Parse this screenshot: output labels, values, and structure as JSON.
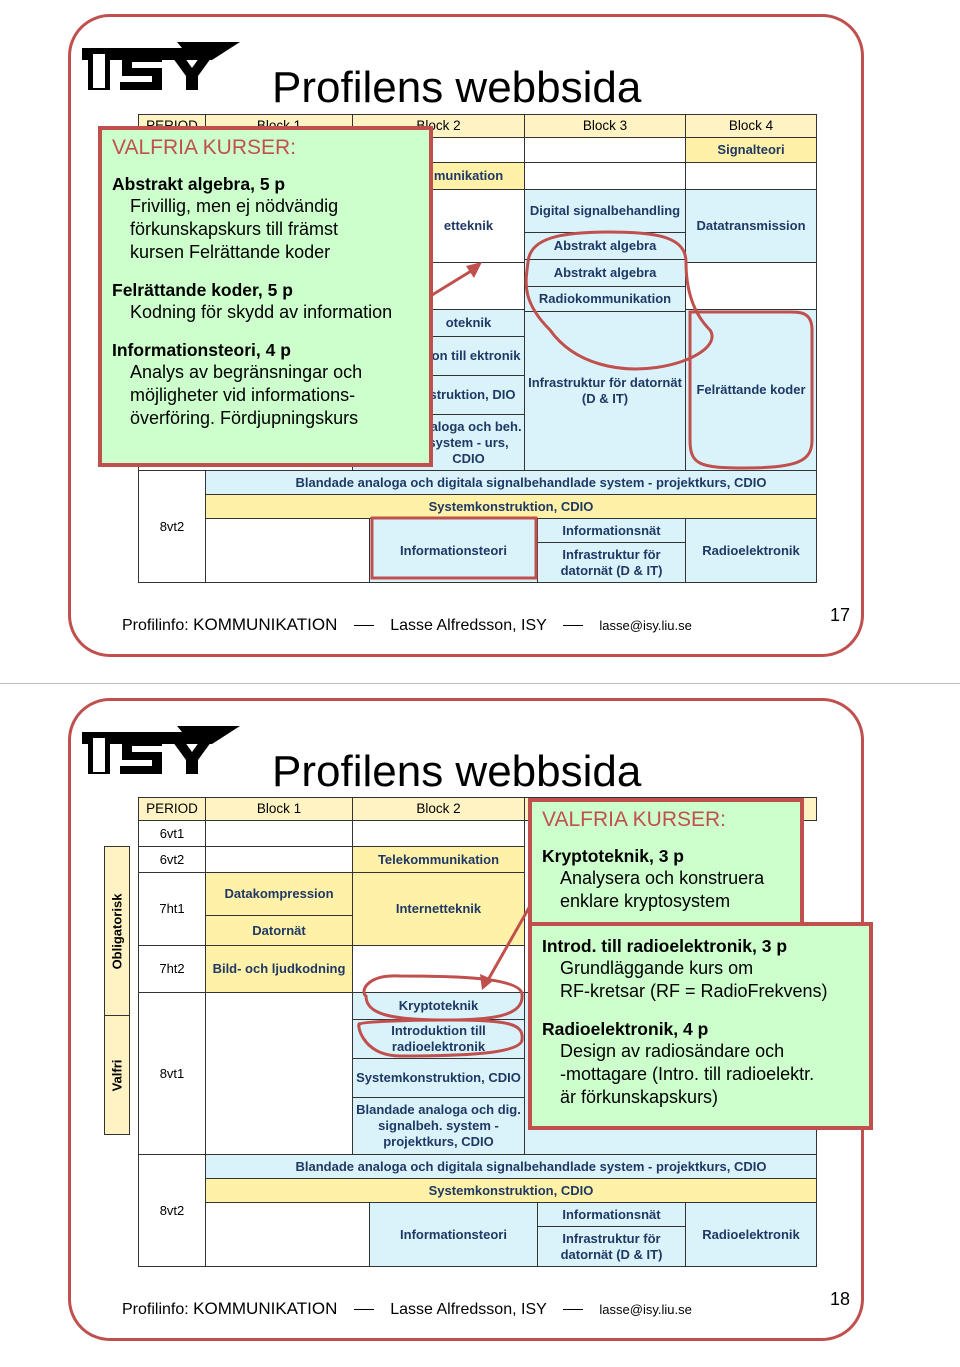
{
  "slides": [
    {
      "title": "Profilens webbsida",
      "headers": {
        "period": "PERIOD",
        "block1": "Block 1",
        "block2": "Block 2",
        "block3": "Block 3",
        "block4": "Block 4"
      },
      "cells": {
        "signalteori": "Signalteori",
        "telekom_partial": "munikation",
        "internet_partial": "etteknik",
        "digital_signal": "Digital signalbehandling",
        "abstrakt1": "Abstrakt algebra",
        "abstrakt2": "Abstrakt algebra",
        "datatransmission": "Datatransmission",
        "radiokom": "Radiokommunikation",
        "krypto_partial": "oteknik",
        "intro_partial": "ktion till ektronik",
        "syskon_partial": "nstruktion, DIO",
        "blandade_partial": "analoga och beh. system - urs, CDIO",
        "infra1": "Infrastruktur för datornät (D & IT)",
        "felrattande": "Felrättande koder",
        "blandade_full": "Blandade analoga och digitala signalbehandlade system - projektkurs, CDIO",
        "syskon_full": "Systemkonstruktion, CDIO",
        "period_8vt2": "8vt2",
        "infoteori": "Informationsteori",
        "infonat": "Informationsnät",
        "infra2": "Infrastruktur för datornät (D & IT)",
        "radioelek": "Radioelektronik"
      },
      "popup": {
        "heading": "VALFRIA KURSER:",
        "items": [
          {
            "title": "Abstrakt algebra, 5 p",
            "lines": [
              "Frivillig, men ej nödvändig",
              "förkunskapskurs till främst",
              "kursen Felrättande koder"
            ]
          },
          {
            "title": "Felrättande koder, 5 p",
            "lines": [
              "Kodning för skydd av information"
            ]
          },
          {
            "title": "Informationsteori, 4 p",
            "lines": [
              "Analys av begränsningar och",
              "möjligheter vid informations-",
              "överföring. Fördjupningskurs"
            ]
          }
        ]
      },
      "footer": {
        "prefix": "Profilinfo:",
        "profile": "KOMMUNIKATION",
        "person": "Lasse Alfredsson, ISY",
        "email": "lasse@isy.liu.se"
      },
      "page_number": "17"
    },
    {
      "title": "Profilens webbsida",
      "headers": {
        "period": "PERIOD",
        "block1": "Block 1",
        "block2": "Block 2"
      },
      "side_labels": {
        "obligatorisk": "Obligatorisk",
        "valfri": "Valfri"
      },
      "periods": {
        "p6vt1": "6vt1",
        "p6vt2": "6vt2",
        "p7ht1": "7ht1",
        "p7ht2": "7ht2",
        "p8vt1": "8vt1",
        "p8vt2": "8vt2"
      },
      "cells": {
        "telekom": "Telekommunikation",
        "datakompression": "Datakompression",
        "internetteknik": "Internetteknik",
        "datornat": "Datornät",
        "bild_ljud": "Bild- och ljudkodning",
        "kryptoteknik": "Kryptoteknik",
        "intro_radio": "Introduktion till radioelektronik",
        "syskon": "Systemkonstruktion, CDIO",
        "blandade": "Blandade analoga och dig. signalbeh. system - projektkurs, CDIO",
        "blandade_full": "Blandade analoga och digitala signalbehandlade system - projektkurs, CDIO",
        "syskon_full": "Systemkonstruktion, CDIO",
        "infoteori": "Informationsteori",
        "infonat": "Informationsnät",
        "infra": "Infrastruktur för datornät (D & IT)",
        "radioelek": "Radioelektronik"
      },
      "popup_a": {
        "heading": "VALFRIA KURSER:",
        "title": "Kryptoteknik, 3 p",
        "lines": [
          "Analysera och konstruera",
          "enklare kryptosystem"
        ]
      },
      "popup_b": {
        "items": [
          {
            "title": "Introd. till radioelektronik, 3 p",
            "lines": [
              "Grundläggande kurs om",
              "RF-kretsar (RF = RadioFrekvens)"
            ]
          },
          {
            "title": "Radioelektronik, 4 p",
            "lines": [
              "Design av radiosändare och",
              "-mottagare (Intro. till radioelektr.",
              "är förkunskapskurs)"
            ]
          }
        ]
      },
      "footer": {
        "prefix": "Profilinfo:",
        "profile": "KOMMUNIKATION",
        "person": "Lasse Alfredsson, ISY",
        "email": "lasse@isy.liu.se"
      },
      "page_number": "18"
    }
  ]
}
